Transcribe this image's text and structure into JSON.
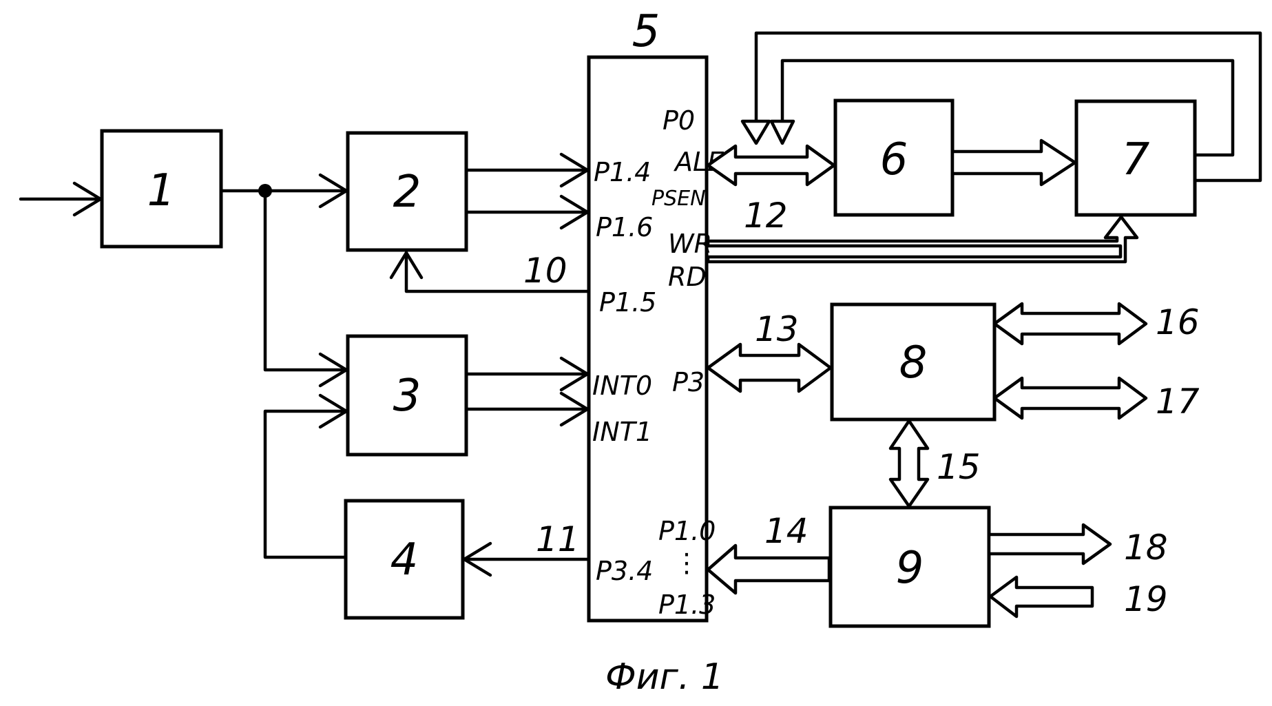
{
  "blocks": {
    "b1": "1",
    "b2": "2",
    "b3": "3",
    "b4": "4",
    "b5": "5",
    "b6": "6",
    "b7": "7",
    "b8": "8",
    "b9": "9"
  },
  "pins": {
    "p0": "P0",
    "ale": "ALE",
    "psen": "PSEN",
    "wr": "WR",
    "rd": "RD",
    "p14": "P1.4",
    "p16": "P1.6",
    "p15": "P1.5",
    "int0": "INT0",
    "int1": "INT1",
    "p3": "P3",
    "p34": "P3.4",
    "p10": "P1.0",
    "dots": "⋮",
    "p13": "P1.3"
  },
  "refs": {
    "r10": "10",
    "r11": "11",
    "r12": "12",
    "r13": "13",
    "r14": "14",
    "r15": "15",
    "r16": "16",
    "r17": "17",
    "r18": "18",
    "r19": "19"
  },
  "caption": "Фиг. 1"
}
